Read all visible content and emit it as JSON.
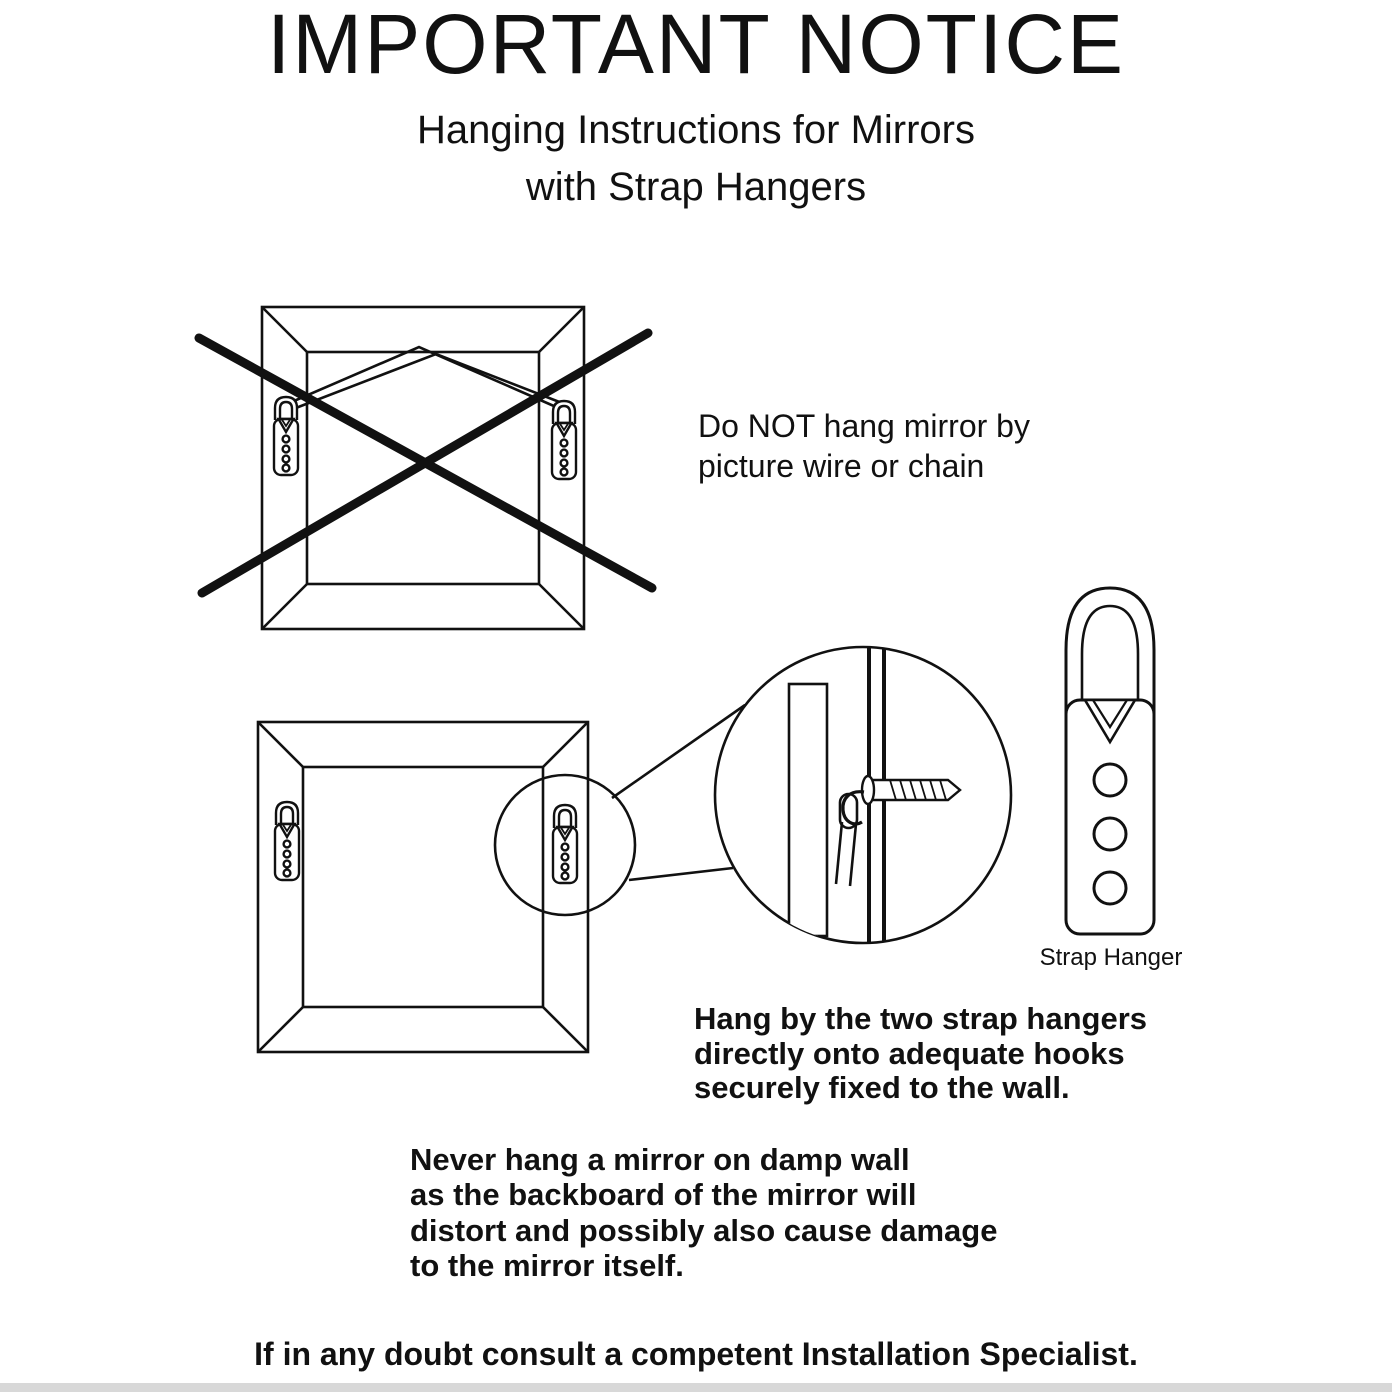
{
  "page": {
    "title": "IMPORTANT NOTICE",
    "subtitle": "Hanging Instructions for Mirrors\nwith Strap Hangers",
    "wire_warning": "Do NOT hang mirror by\npicture wire or chain",
    "strap_hanger_label": "Strap Hanger",
    "hang_instruction": "Hang by the two strap hangers\ndirectly onto adequate hooks\nsecurely fixed to the wall.",
    "damp_warning": "Never hang a mirror on damp wall\nas the backboard of the mirror will\ndistort and possibly also cause damage\nto the mirror itself.",
    "footer": "If in any doubt consult a competent Installation Specialist.",
    "colors": {
      "ink": "#111111",
      "background": "#ffffff",
      "bottom_bar": "#d8d8d8"
    }
  }
}
